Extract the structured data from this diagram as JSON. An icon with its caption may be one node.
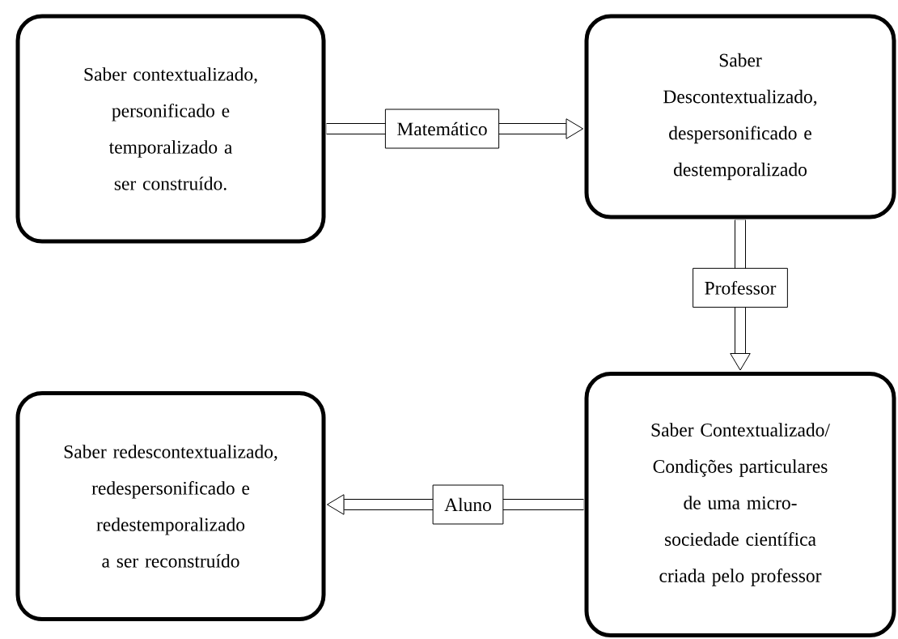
{
  "diagram": {
    "nodes": [
      {
        "text": [
          "Saber contextualizado, personificado e temporalizado a ser construído."
        ]
      },
      {
        "text": [
          "Saber Descontextualizado, despersonificado e destemporalizado"
        ]
      },
      {
        "text": [
          "Saber redescontextualizado, redespersonificado e redestemporalizado a ser reconstruído"
        ]
      },
      {
        "text": [
          "Saber Contextualizado/ Condições particulares de uma micro-sociedade científica criada pelo professor"
        ]
      }
    ],
    "edges": [
      {
        "from": 0,
        "to": 1,
        "arrow": "to",
        "label": "Matemático"
      },
      {
        "from": 1,
        "to": 3,
        "arrow": "to",
        "label": "Professor"
      },
      {
        "from": 3,
        "to": 2,
        "arrow": "to",
        "label": "Aluno"
      }
    ]
  }
}
